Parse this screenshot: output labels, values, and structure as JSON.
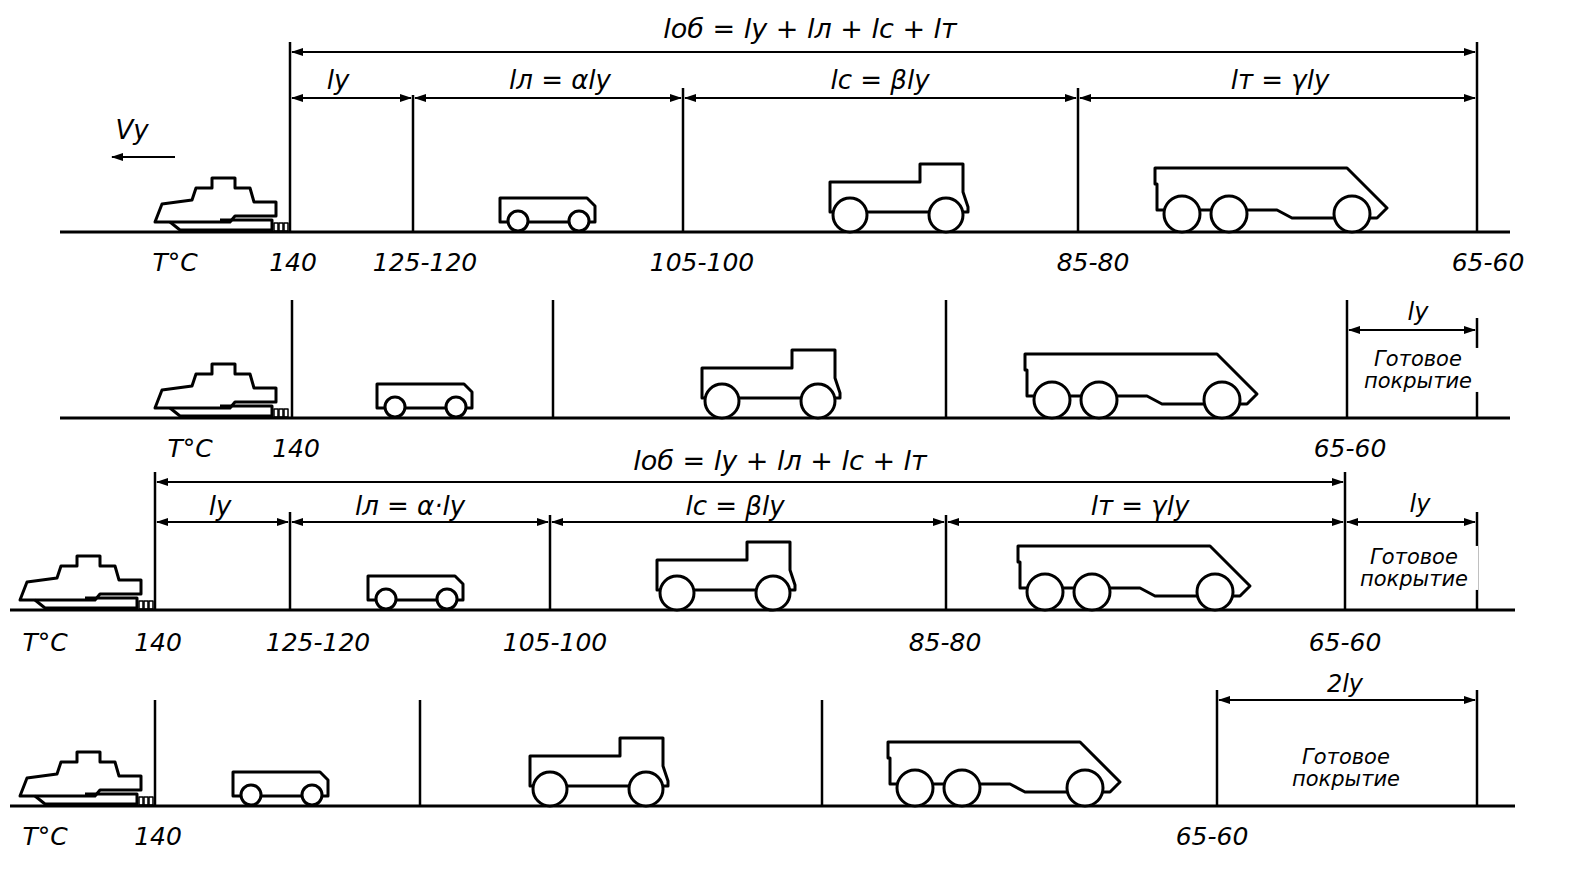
{
  "diagram": {
    "labels": [
      "lоб = lу + lл + lс + lт",
      "lу",
      "lл = αlу",
      "lс = βlу",
      "lт = γlу",
      "Vу",
      "T°C",
      "140",
      "125-120",
      "105-100",
      "85-80",
      "65-60",
      "lу",
      "Готовое покрытие",
      "T°C",
      "140",
      "65-60",
      "lоб = lу + lл + lс + lт",
      "lу",
      "lл = α·lу",
      "lс = βlу",
      "lт = γlу",
      "lу",
      "Готовое покрытие",
      "T°C",
      "140",
      "125-120",
      "105-100",
      "85-80",
      "65-60",
      "2lу",
      "Готовое покрытие",
      "T°C",
      "140",
      "65-60"
    ]
  }
}
